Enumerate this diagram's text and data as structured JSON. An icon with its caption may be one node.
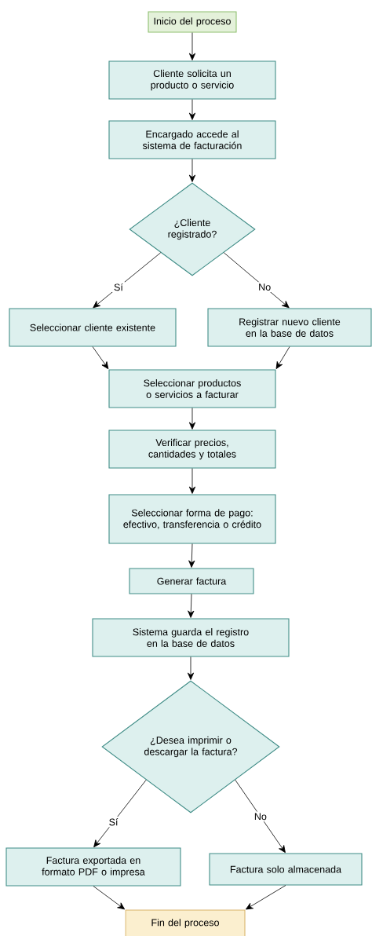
{
  "diagram": {
    "nodes": [
      {
        "text": [
          "Inicio del proceso"
        ]
      },
      {
        "text": [
          "Cliente solicita un producto o servicio"
        ]
      },
      {
        "text": [
          "Encargado accede al sistema de facturación"
        ]
      },
      {
        "text": [
          "¿Cliente registrado?"
        ]
      },
      {
        "text": [
          "Seleccionar cliente existente"
        ]
      },
      {
        "text": [
          "Registrar nuevo cliente en la base de datos"
        ]
      },
      {
        "text": [
          "Seleccionar productos o servicios a facturar"
        ]
      },
      {
        "text": [
          "Verificar precios, cantidades y totales"
        ]
      },
      {
        "text": [
          "Seleccionar forma de pago: efectivo, transferencia o crédito"
        ]
      },
      {
        "text": [
          "Generar factura"
        ]
      },
      {
        "text": [
          "Sistema guarda el registro en la base de datos"
        ]
      },
      {
        "text": [
          "¿Desea imprimir o descargar la factura?"
        ]
      },
      {
        "text": [
          "Factura exportada en formato PDF o impresa"
        ]
      },
      {
        "text": [
          "Factura solo almacenada"
        ]
      },
      {
        "text": [
          "Fin del proceso"
        ]
      }
    ],
    "edges": [
      {
        "from": 0,
        "to": 1,
        "arrow": "to"
      },
      {
        "from": 1,
        "to": 2,
        "arrow": "to"
      },
      {
        "from": 2,
        "to": 3,
        "arrow": "to"
      },
      {
        "from": 3,
        "to": 4,
        "arrow": "to",
        "label": "Sí"
      },
      {
        "from": 3,
        "to": 5,
        "arrow": "to",
        "label": "No"
      },
      {
        "from": 4,
        "to": 6,
        "arrow": "to"
      },
      {
        "from": 5,
        "to": 6,
        "arrow": "to"
      },
      {
        "from": 6,
        "to": 7,
        "arrow": "to"
      },
      {
        "from": 7,
        "to": 8,
        "arrow": "to"
      },
      {
        "from": 8,
        "to": 9,
        "arrow": "to"
      },
      {
        "from": 9,
        "to": 10,
        "arrow": "to"
      },
      {
        "from": 10,
        "to": 11,
        "arrow": "to"
      },
      {
        "from": 11,
        "to": 12,
        "arrow": "to",
        "label": "Sí"
      },
      {
        "from": 11,
        "to": 13,
        "arrow": "to",
        "label": "No"
      },
      {
        "from": 12,
        "to": 14,
        "arrow": "to"
      },
      {
        "from": 13,
        "to": 14,
        "arrow": "to"
      }
    ]
  }
}
